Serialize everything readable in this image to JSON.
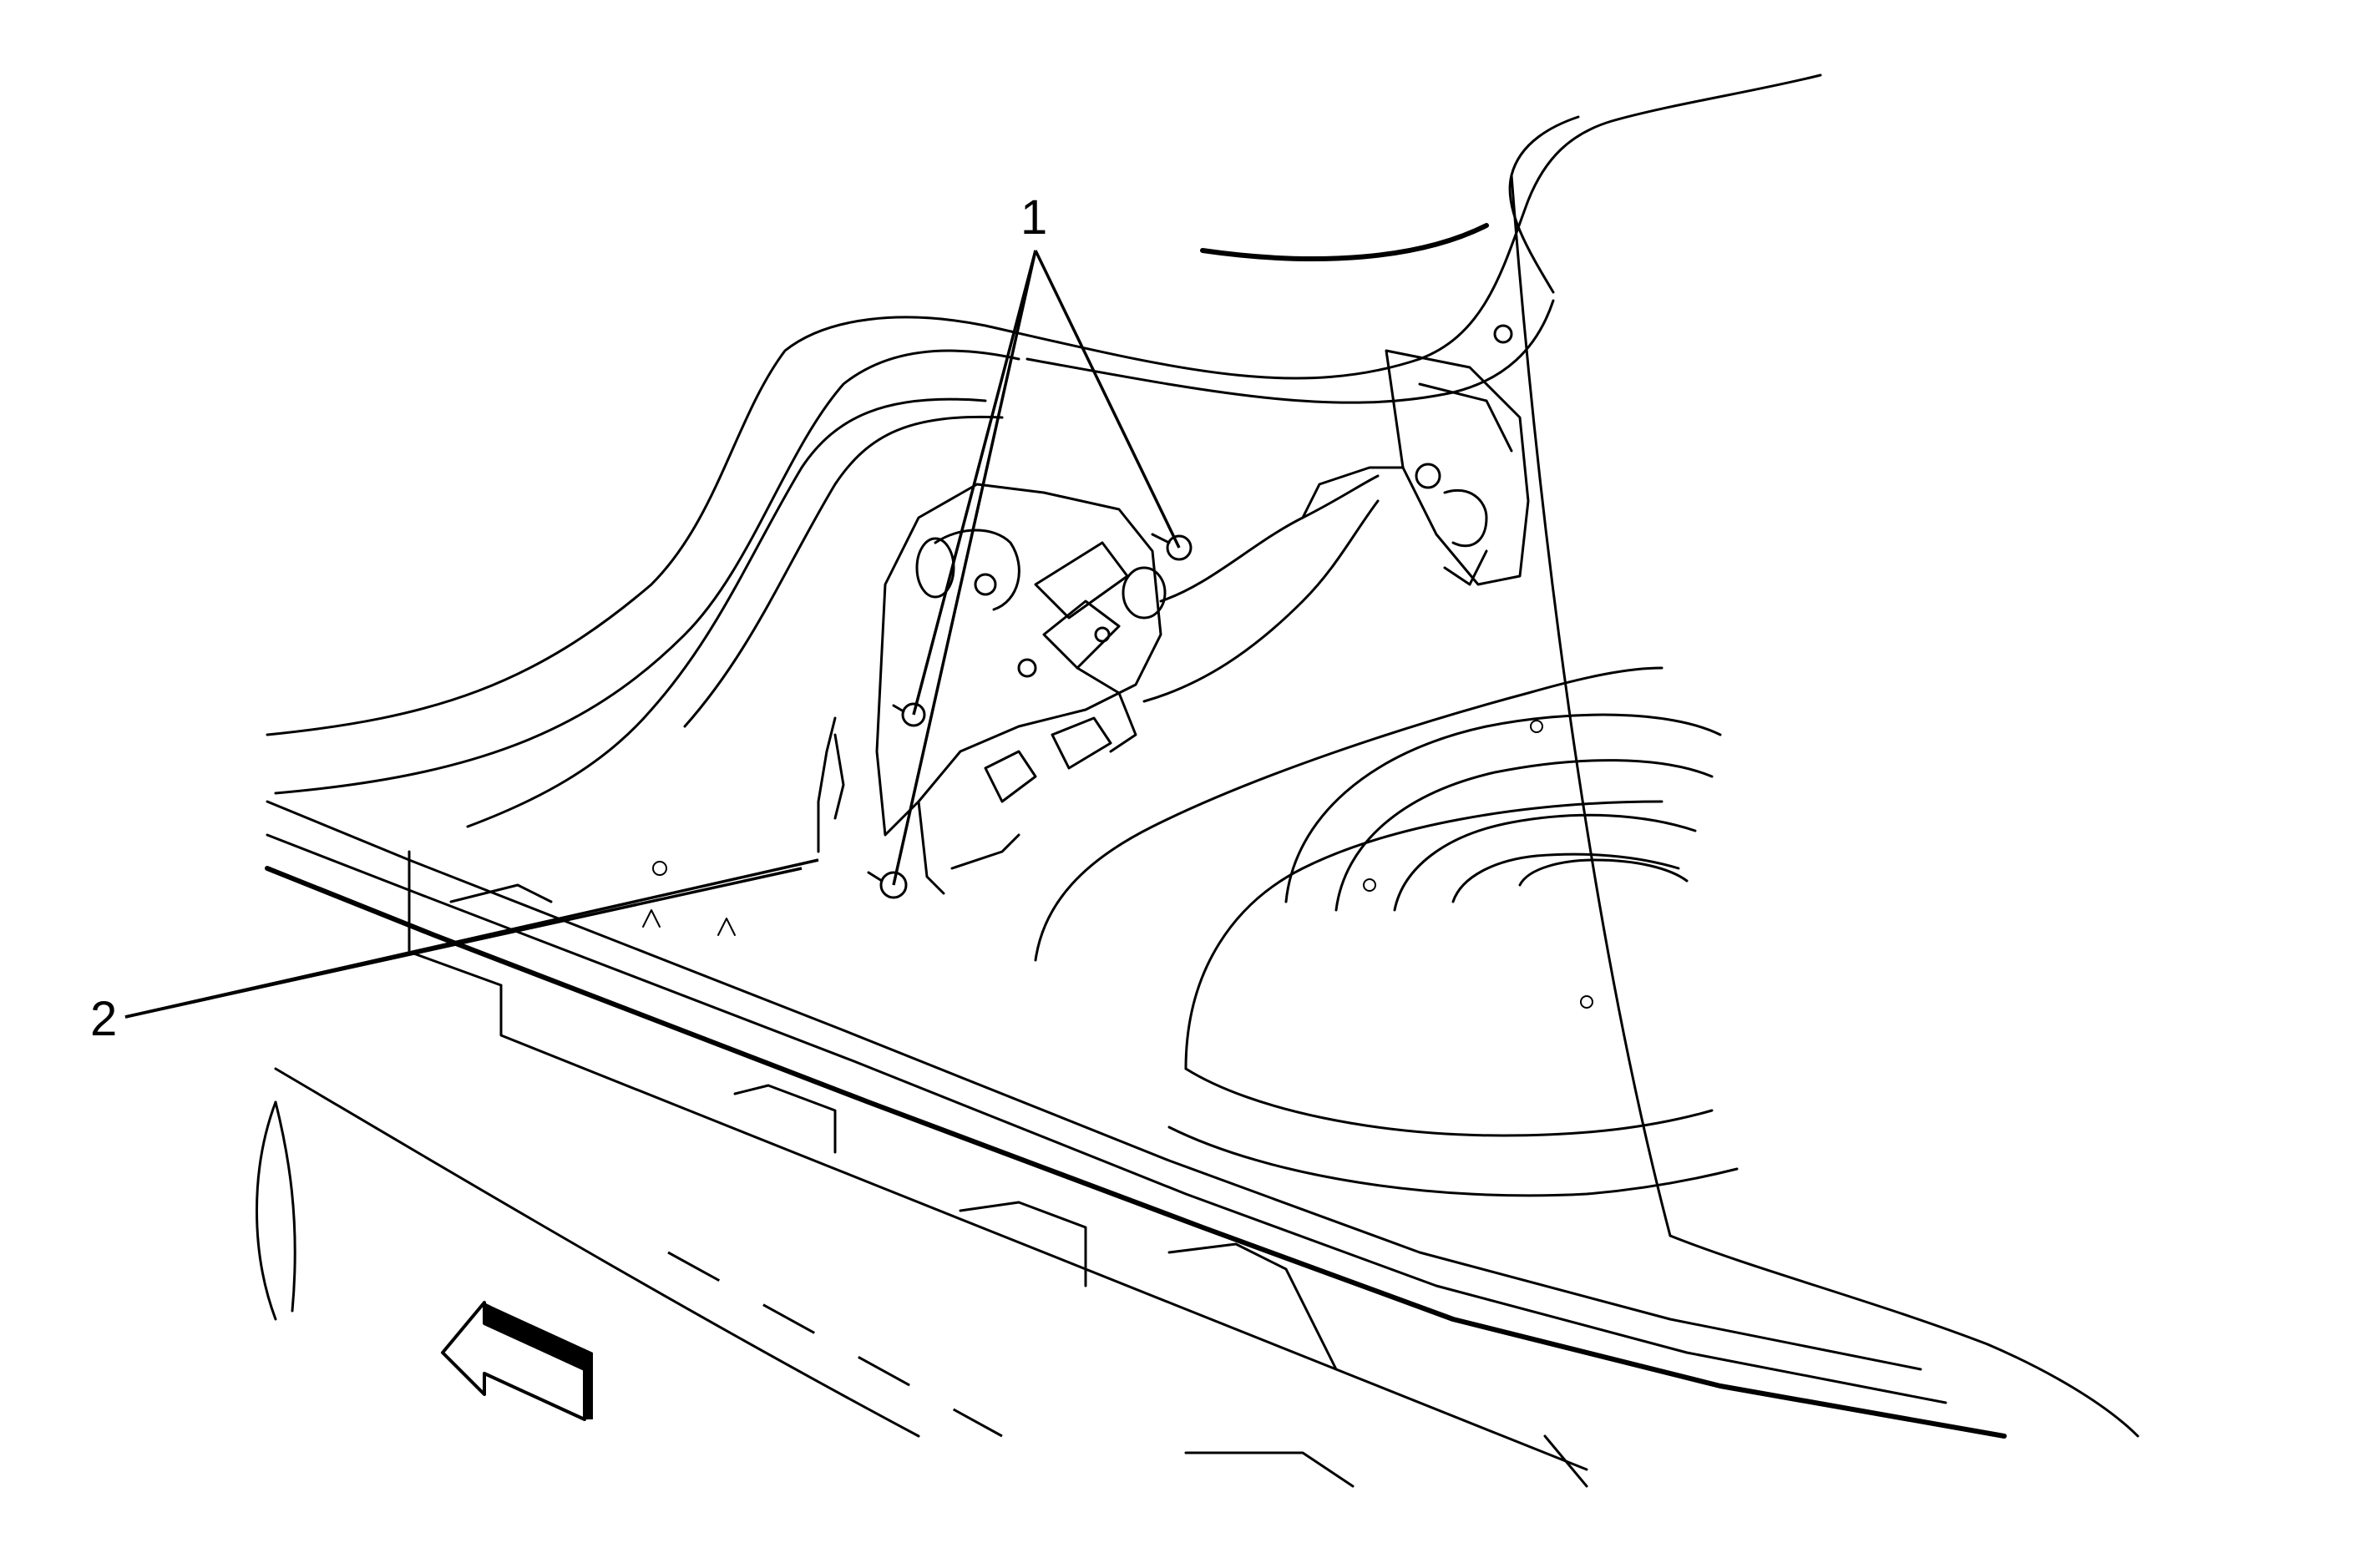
{
  "callouts": [
    {
      "label": "1",
      "item": "bolts"
    },
    {
      "label": "2",
      "item": "component"
    }
  ],
  "colors": {
    "line": "#000000",
    "background": "#ffffff"
  },
  "icons": [
    "front-direction-arrow-icon",
    "bolt-icon"
  ]
}
